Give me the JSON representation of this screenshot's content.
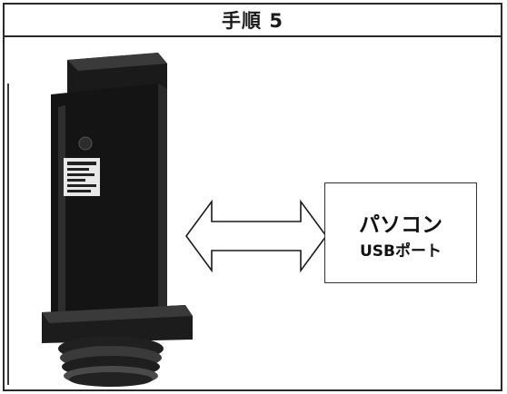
{
  "step": {
    "title": "手順 5"
  },
  "pc_box": {
    "title": "パソコン",
    "subtitle": "USBポート"
  },
  "device": {
    "label_icon": "usb-device-label"
  },
  "arrow": {
    "direction": "bidirectional"
  }
}
